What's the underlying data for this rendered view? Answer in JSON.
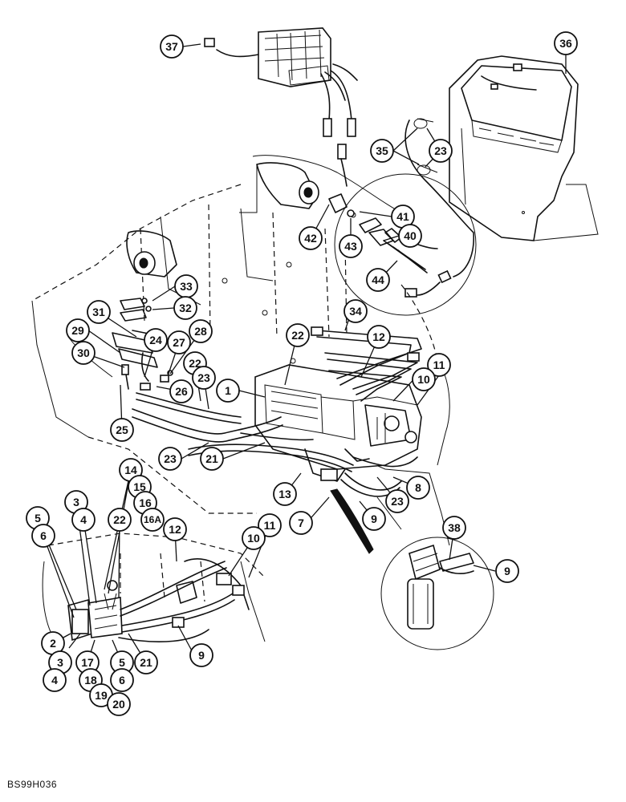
{
  "figure_code": "BS99H036",
  "callouts": [
    {
      "label": "37"
    },
    {
      "label": "36"
    },
    {
      "label": "35"
    },
    {
      "label": "23"
    },
    {
      "label": "41"
    },
    {
      "label": "40"
    },
    {
      "label": "42"
    },
    {
      "label": "43"
    },
    {
      "label": "44"
    },
    {
      "label": "33"
    },
    {
      "label": "32"
    },
    {
      "label": "31"
    },
    {
      "label": "34"
    },
    {
      "label": "29"
    },
    {
      "label": "28"
    },
    {
      "label": "24"
    },
    {
      "label": "27"
    },
    {
      "label": "22"
    },
    {
      "label": "12"
    },
    {
      "label": "30"
    },
    {
      "label": "22"
    },
    {
      "label": "23"
    },
    {
      "label": "11"
    },
    {
      "label": "10"
    },
    {
      "label": "1"
    },
    {
      "label": "26"
    },
    {
      "label": "25"
    },
    {
      "label": "23"
    },
    {
      "label": "21"
    },
    {
      "label": "14"
    },
    {
      "label": "13"
    },
    {
      "label": "8"
    },
    {
      "label": "15"
    },
    {
      "label": "23"
    },
    {
      "label": "3"
    },
    {
      "label": "16"
    },
    {
      "label": "22"
    },
    {
      "label": "16A"
    },
    {
      "label": "7"
    },
    {
      "label": "9"
    },
    {
      "label": "38"
    },
    {
      "label": "5"
    },
    {
      "label": "4"
    },
    {
      "label": "12"
    },
    {
      "label": "11"
    },
    {
      "label": "6"
    },
    {
      "label": "10"
    },
    {
      "label": "9"
    },
    {
      "label": "2"
    },
    {
      "label": "9"
    },
    {
      "label": "3"
    },
    {
      "label": "17"
    },
    {
      "label": "5"
    },
    {
      "label": "21"
    },
    {
      "label": "4"
    },
    {
      "label": "18"
    },
    {
      "label": "6"
    },
    {
      "label": "19"
    },
    {
      "label": "20"
    }
  ]
}
